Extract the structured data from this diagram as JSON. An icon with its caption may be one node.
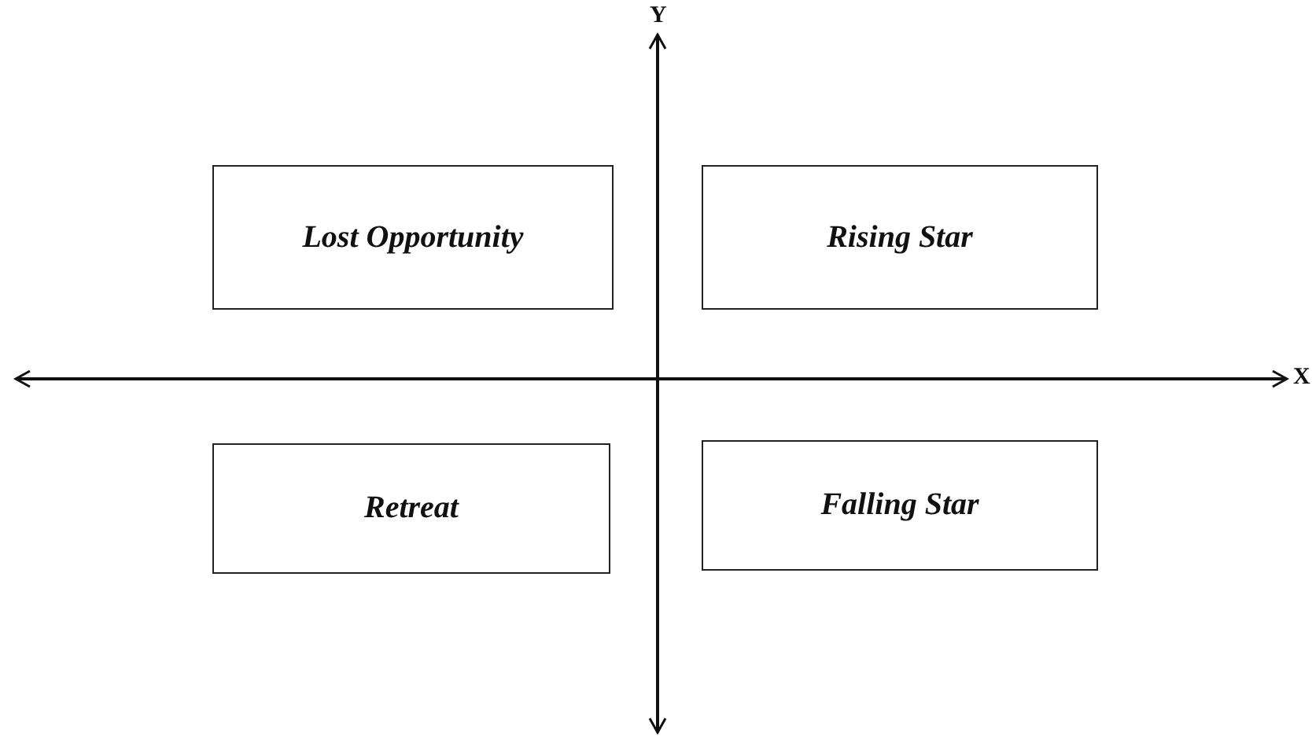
{
  "diagram": {
    "nodes": [
      {
        "text": [
          "Lost Opportunity"
        ]
      },
      {
        "text": [
          "Rising Star"
        ]
      },
      {
        "text": [
          "Retreat"
        ]
      },
      {
        "text": [
          "Falling Star"
        ]
      }
    ],
    "labels": [
      "Y",
      "X"
    ]
  }
}
